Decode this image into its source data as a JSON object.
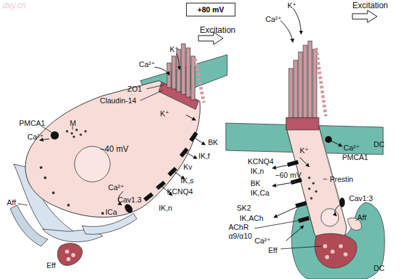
{
  "diagram": {
    "nodes": [
      {
        "text": [
          "+80 mV"
        ]
      }
    ],
    "labels": [
      "dxy.cn",
      "K⁺",
      "Ca²⁺",
      "Excitation",
      "ZO1",
      "Claudin-14",
      "PMCA1",
      "M",
      "Ca²⁺",
      "K⁺",
      "−40 mV",
      "BK",
      "IK,f",
      "Kv",
      "IK,s",
      "KCNQ4",
      "IK,n",
      "Ca²⁺",
      "Cav1.3",
      "ICa",
      "Aff",
      "Eff",
      "K⁺",
      "Ca²⁺",
      "Excitation",
      "DC",
      "K⁺",
      "Ca²⁺",
      "PMCA1",
      "KCNQ4",
      "IK,n",
      "−60 mV",
      "BK",
      "IK,Ca",
      "Prestin",
      "SK2",
      "IK,ACh",
      "Cav1:3",
      "Aff",
      "AChR",
      "α9/α10",
      "Ca²⁺",
      "Eff",
      "DC"
    ]
  }
}
